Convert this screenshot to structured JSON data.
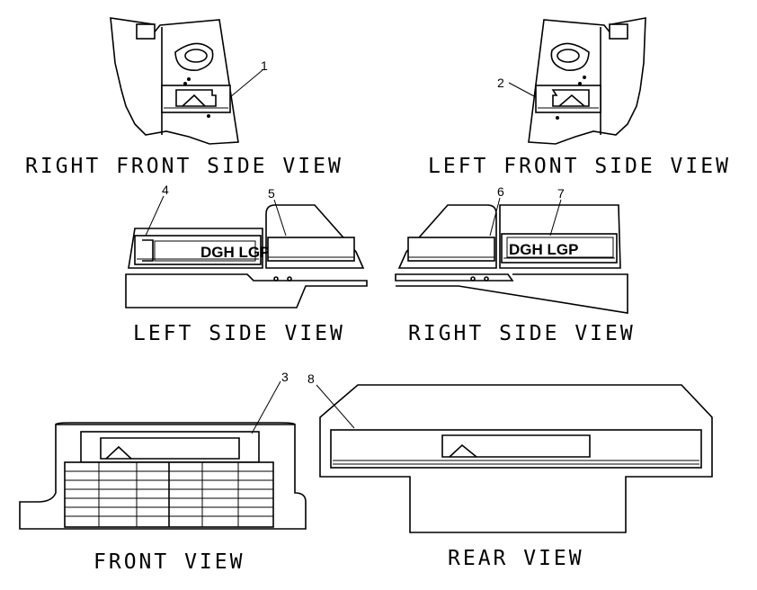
{
  "views": {
    "right_front_side": "RIGHT FRONT SIDE VIEW",
    "left_front_side": "LEFT FRONT SIDE VIEW",
    "left_side": "LEFT SIDE VIEW",
    "right_side": "RIGHT SIDE VIEW",
    "front": "FRONT VIEW",
    "rear": "REAR VIEW"
  },
  "callouts": [
    "1",
    "2",
    "3",
    "4",
    "5",
    "6",
    "7",
    "8"
  ],
  "decal": {
    "left_model": "DGH LGP",
    "right_model": "DGH LGP"
  },
  "colors": {
    "line": "#000000",
    "background": "#ffffff"
  }
}
